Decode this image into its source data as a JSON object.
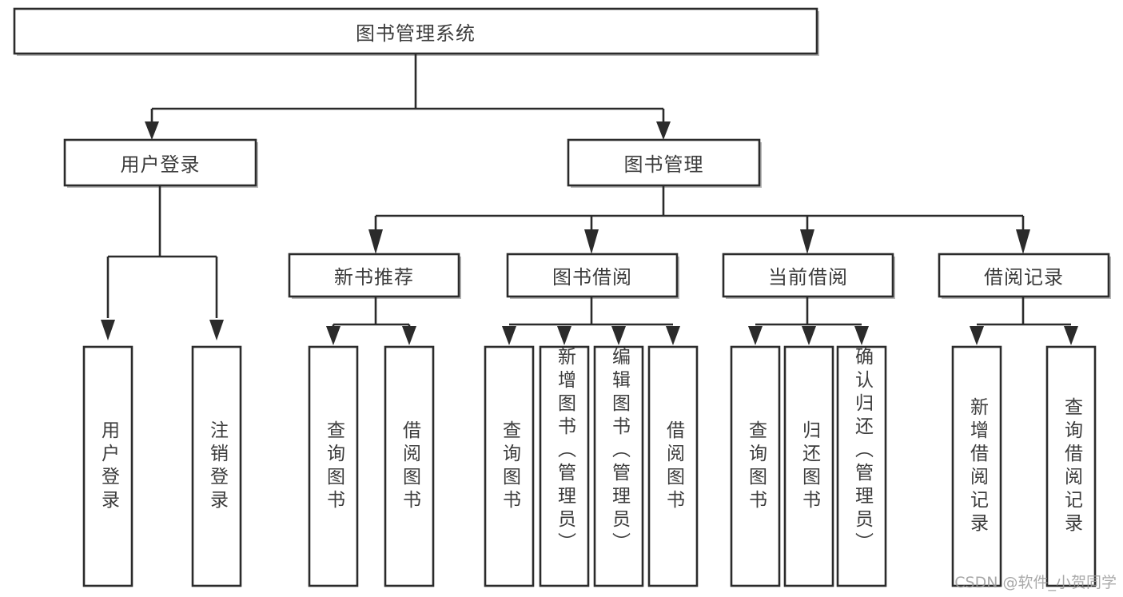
{
  "diagram": {
    "type": "tree",
    "title": "图书管理系统",
    "orientation": "top-down",
    "root": {
      "id": "root",
      "label": "图书管理系统",
      "text_orientation": "horizontal"
    },
    "level2": [
      {
        "id": "user-login",
        "label": "用户登录",
        "text_orientation": "horizontal"
      },
      {
        "id": "book-manage",
        "label": "图书管理",
        "text_orientation": "horizontal"
      }
    ],
    "level3": [
      {
        "id": "new-book-recommend",
        "label": "新书推荐",
        "parent": "book-manage",
        "text_orientation": "horizontal"
      },
      {
        "id": "book-borrow",
        "label": "图书借阅",
        "parent": "book-manage",
        "text_orientation": "horizontal"
      },
      {
        "id": "current-borrow",
        "label": "当前借阅",
        "parent": "book-manage",
        "text_orientation": "horizontal"
      },
      {
        "id": "borrow-record",
        "label": "借阅记录",
        "parent": "book-manage",
        "text_orientation": "horizontal"
      }
    ],
    "leaves": [
      {
        "id": "leaf-user-login",
        "label": "用户登录",
        "parent": "user-login",
        "text_orientation": "vertical"
      },
      {
        "id": "leaf-logout",
        "label": "注销登录",
        "parent": "user-login",
        "text_orientation": "vertical"
      },
      {
        "id": "leaf-query-book-1",
        "label": "查询图书",
        "parent": "new-book-recommend",
        "text_orientation": "vertical"
      },
      {
        "id": "leaf-borrow-book-1",
        "label": "借阅图书",
        "parent": "new-book-recommend",
        "text_orientation": "vertical"
      },
      {
        "id": "leaf-query-book-2",
        "label": "查询图书",
        "parent": "book-borrow",
        "text_orientation": "vertical"
      },
      {
        "id": "leaf-add-book",
        "label": "新增图书（管理员）",
        "parent": "book-borrow",
        "text_orientation": "vertical"
      },
      {
        "id": "leaf-edit-book",
        "label": "编辑图书（管理员）",
        "parent": "book-borrow",
        "text_orientation": "vertical"
      },
      {
        "id": "leaf-borrow-book-2",
        "label": "借阅图书",
        "parent": "book-borrow",
        "text_orientation": "vertical"
      },
      {
        "id": "leaf-query-book-3",
        "label": "查询图书",
        "parent": "current-borrow",
        "text_orientation": "vertical"
      },
      {
        "id": "leaf-return-book",
        "label": "归还图书",
        "parent": "current-borrow",
        "text_orientation": "vertical"
      },
      {
        "id": "leaf-confirm-return",
        "label": "确认归还（管理员）",
        "parent": "current-borrow",
        "text_orientation": "vertical"
      },
      {
        "id": "leaf-add-record",
        "label": "新增借阅记录",
        "parent": "borrow-record",
        "text_orientation": "vertical"
      },
      {
        "id": "leaf-query-record",
        "label": "查询借阅记录",
        "parent": "borrow-record",
        "text_orientation": "vertical"
      }
    ]
  },
  "watermark": {
    "text": "CSDN @软件_小贺同学"
  },
  "colors": {
    "background": "#ffffff",
    "box_fill": "#ffffff",
    "box_stroke": "#2b2b2b",
    "line": "#2b2b2b",
    "text": "#3c3c3c",
    "watermark": "#9b9b9b"
  }
}
